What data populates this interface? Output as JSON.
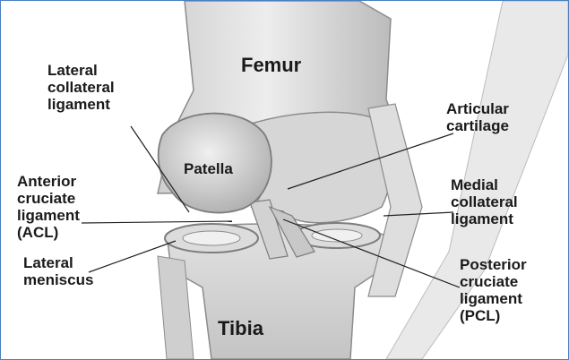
{
  "labels": {
    "femur": "Femur",
    "tibia": "Tibia",
    "patella": "Patella",
    "lateral_collateral": [
      "Lateral",
      "collateral",
      "ligament"
    ],
    "articular": [
      "Articular",
      "cartilage"
    ],
    "acl": [
      "Anterior",
      "cruciate",
      "ligament",
      "(ACL)"
    ],
    "medial_collateral": [
      "Medial",
      "collateral",
      "ligament"
    ],
    "lateral_meniscus": [
      "Lateral",
      "meniscus"
    ],
    "pcl": [
      "Posterior",
      "cruciate",
      "ligament",
      "(PCL)"
    ]
  },
  "colors": {
    "frame_border": "#4a7fc1",
    "bone_light": "#e6e6e6",
    "bone_mid": "#bdbdbd",
    "bone_dark": "#8c8c8c",
    "text": "#1a1a1a"
  }
}
